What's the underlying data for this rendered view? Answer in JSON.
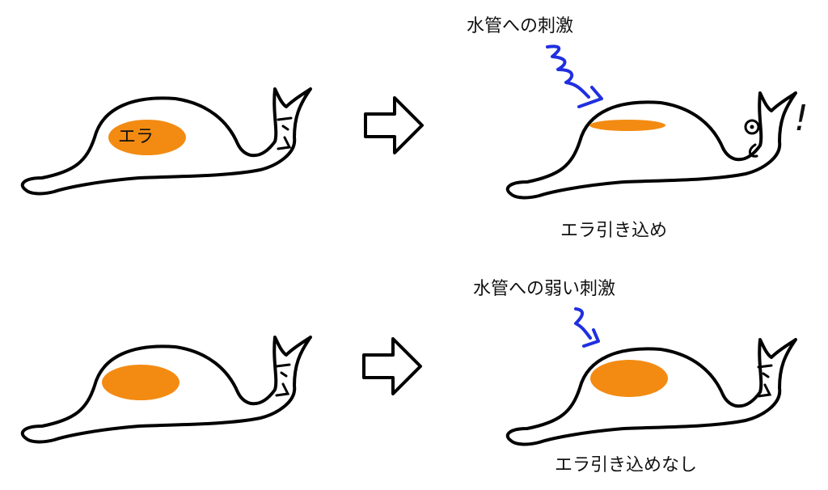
{
  "colors": {
    "gill": "#f38b12",
    "stimulus": "#1f2fe0",
    "line": "#000000",
    "background": "#ffffff"
  },
  "top_row": {
    "left_snail": {
      "gill_label": "エラ"
    },
    "right_snail": {
      "stimulus_label": "水管への刺激",
      "exclamation": "!",
      "caption": "エラ引き込め"
    }
  },
  "bottom_row": {
    "left_snail": {},
    "right_snail": {
      "stimulus_label": "水管への弱い刺激",
      "caption": "エラ引き込めなし"
    }
  }
}
